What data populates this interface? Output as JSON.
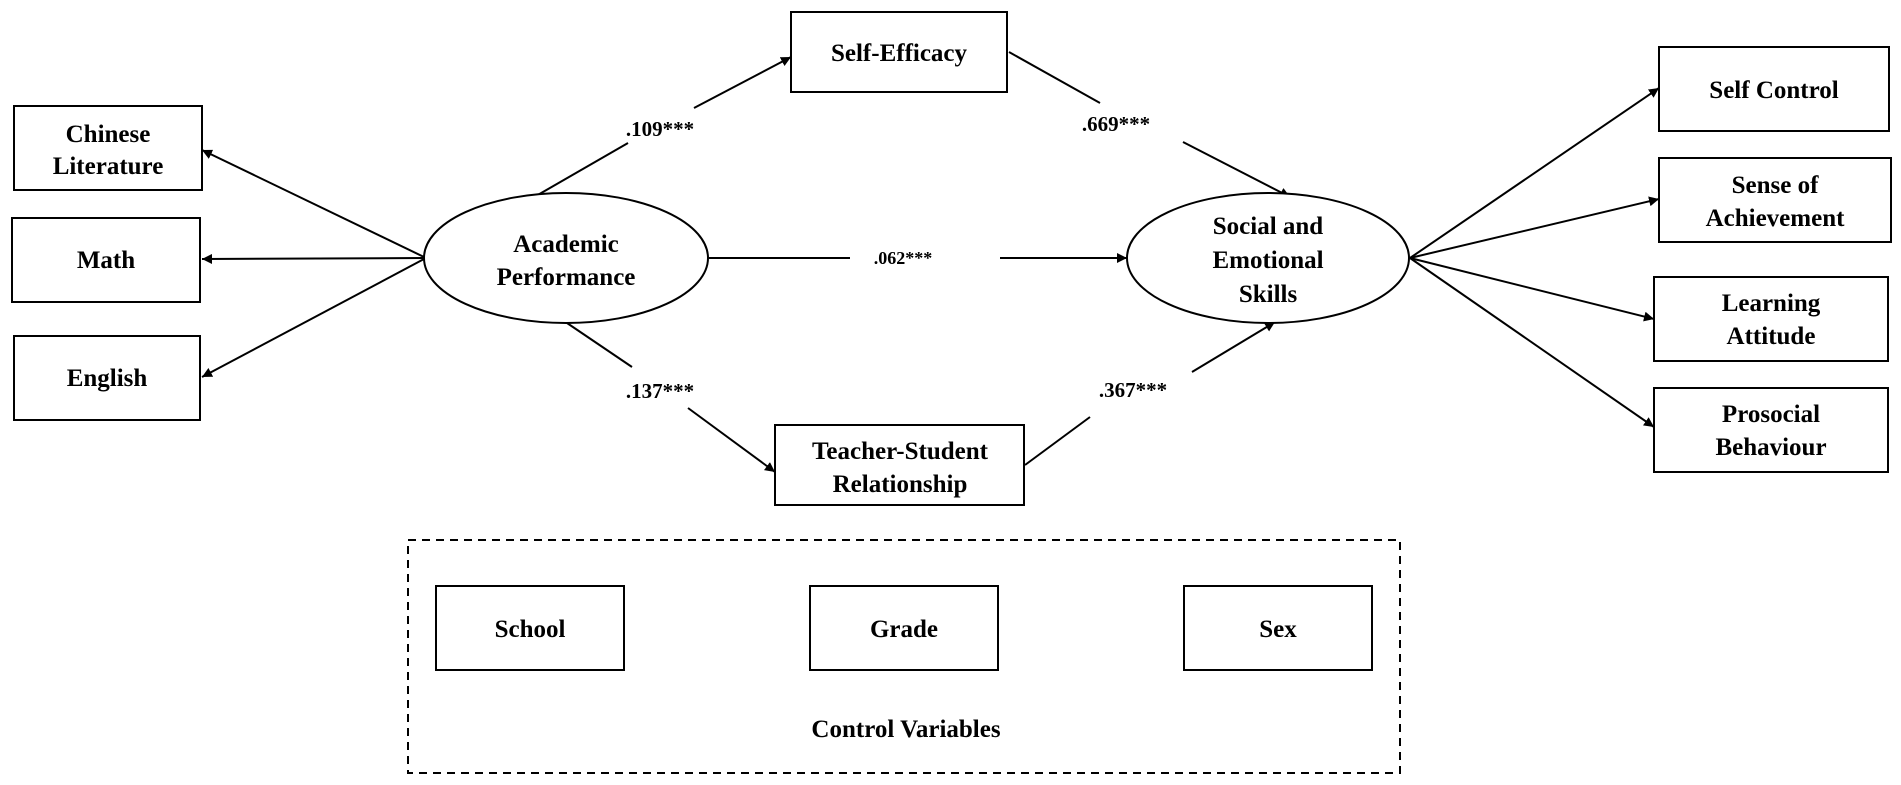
{
  "latent": {
    "academic_performance": [
      "Academic",
      "Performance"
    ],
    "social_emotional_skills": [
      "Social and",
      "Emotional",
      "Skills"
    ]
  },
  "indicators": {
    "academic": [
      [
        "Chinese",
        "Literature"
      ],
      [
        "Math"
      ],
      [
        "English"
      ]
    ],
    "social_emotional": [
      [
        "Self Control"
      ],
      [
        "Sense of",
        "Achievement"
      ],
      [
        "Learning",
        "Attitude"
      ],
      [
        "Prosocial",
        "Behaviour"
      ]
    ]
  },
  "mediators": {
    "self_efficacy": [
      "Self-Efficacy"
    ],
    "teacher_student": [
      "Teacher-Student",
      "Relationship"
    ]
  },
  "coefficients": {
    "ap_to_self_efficacy": ".109***",
    "self_efficacy_to_ses": ".669***",
    "ap_to_ses": ".062***",
    "ap_to_teacher_student": ".137***",
    "teacher_student_to_ses": ".367***"
  },
  "controls": {
    "items": [
      "School",
      "Grade",
      "Sex"
    ],
    "label": "Control Variables"
  }
}
